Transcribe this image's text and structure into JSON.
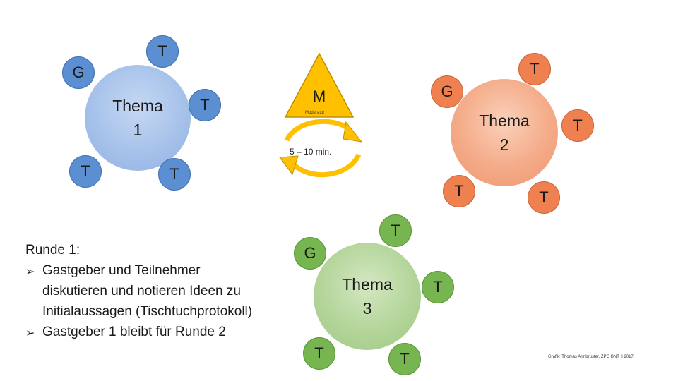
{
  "topic_1": {
    "label": "Thema\n1",
    "host": "G",
    "participants": [
      "T",
      "T",
      "T",
      "T"
    ],
    "color": "#a6c2ea",
    "accent": "#5b8fd2"
  },
  "topic_2": {
    "label": "Thema\n2",
    "host": "G",
    "participants": [
      "T",
      "T",
      "T",
      "T"
    ],
    "color": "#f4ab88",
    "accent": "#ef8050"
  },
  "topic_3": {
    "label": "Thema\n3",
    "host": "G",
    "participants": [
      "T",
      "T",
      "T",
      "T"
    ],
    "color": "#b3d59a",
    "accent": "#77b550"
  },
  "moderator": {
    "letter": "M",
    "caption": "Moderator",
    "color": "#ffc000",
    "rotation_label": "5 – 10 min."
  },
  "round": {
    "title": "Runde 1:",
    "bullet_icon": "arrow-bullet-icon",
    "bullets": [
      "Gastgeber und Teilnehmer diskutieren und notieren Ideen zu Initialaussagen (Tischtuchprotokoll)",
      "Gastgeber 1 bleibt für Runde 2"
    ]
  },
  "credit": "Grafik: Thomas Armbruster, ZPG BNT II 2017"
}
